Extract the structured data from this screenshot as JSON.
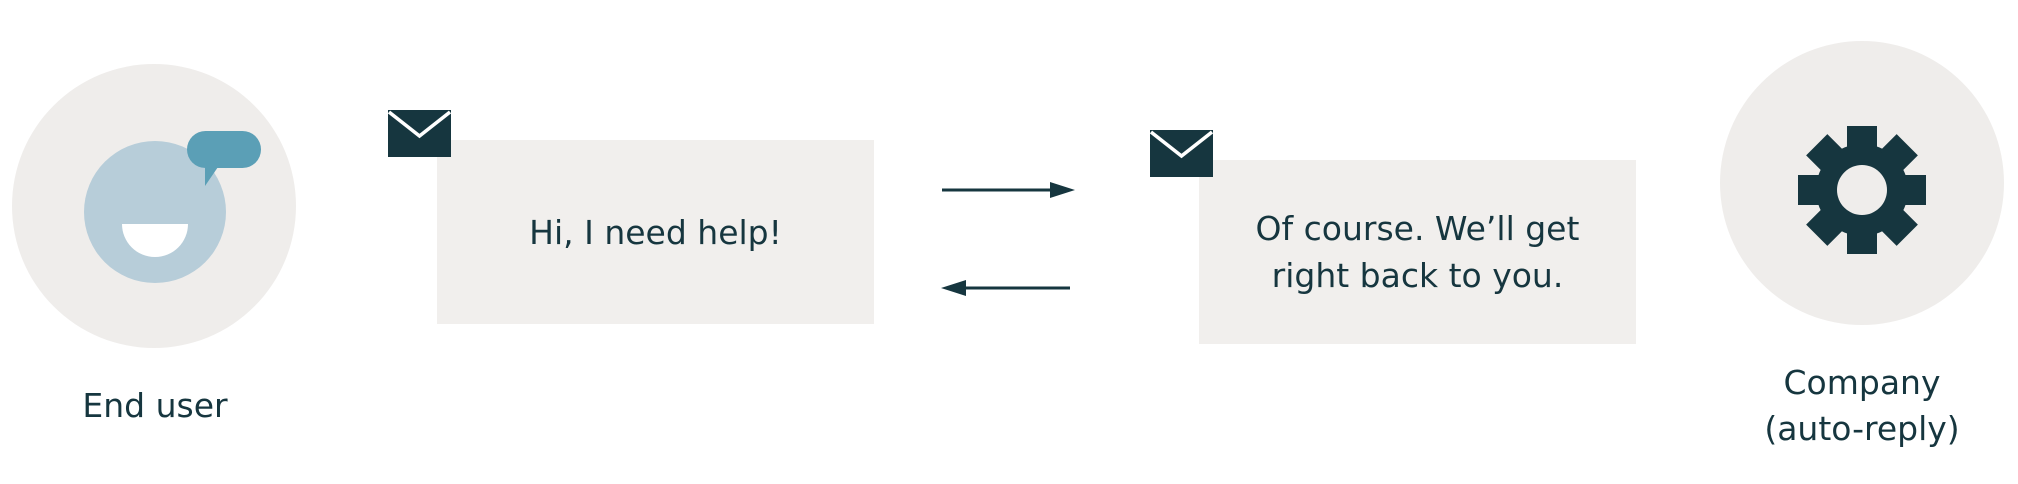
{
  "end_user": {
    "label": "End user"
  },
  "messages": {
    "request": "Hi, I need help!",
    "reply_line1": "Of course. We’ll get",
    "reply_line2": "right back to you."
  },
  "company": {
    "label_line1": "Company",
    "label_line2": "(auto-reply)"
  },
  "icons": {
    "user": "smiling-user-icon",
    "chat": "chat-bubble-icon",
    "mail": "envelope-icon",
    "gear": "gear-icon",
    "arrow_right": "arrow-right-icon",
    "arrow_left": "arrow-left-icon"
  },
  "colors": {
    "dark": "#16363f",
    "user_face": "#b7cdd9",
    "chat_bubble": "#5b9fb6",
    "circle_bg": "#efedeb",
    "box_bg": "#f1efed"
  }
}
